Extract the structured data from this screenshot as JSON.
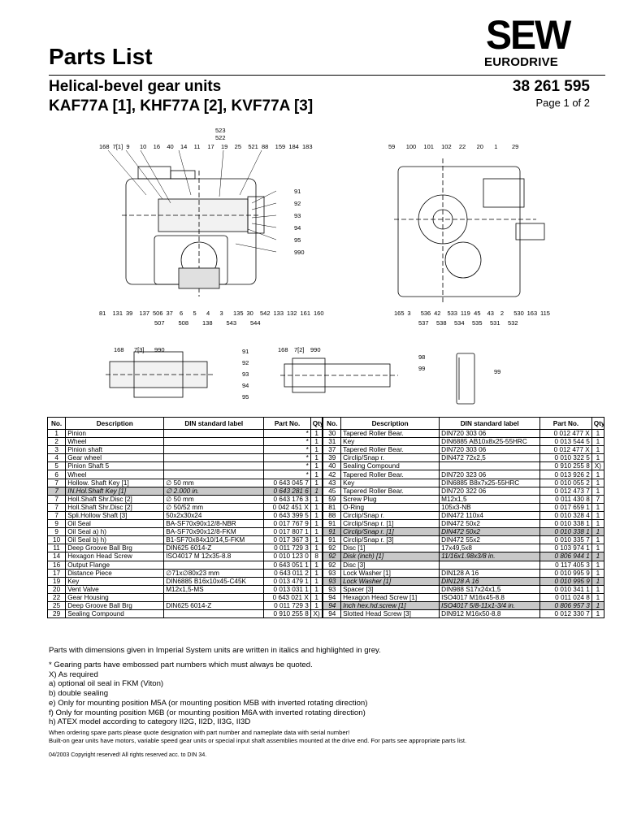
{
  "header": {
    "title": "Parts List",
    "subtitle_line1": "Helical-bevel gear units",
    "subtitle_line2": "KAF77A [1], KHF77A [2], KVF77A [3]",
    "part_number": "38 261 595",
    "page": "Page  1 of  2",
    "logo_top": "SEW",
    "logo_bottom": "EURODRIVE"
  },
  "drawing": {
    "top_left_numbers": [
      "168",
      "7[1]",
      "9",
      "10",
      "16",
      "40",
      "14",
      "11",
      "17",
      "19",
      "25",
      "521",
      "88",
      "159",
      "184",
      "183"
    ],
    "top_left_stack": [
      "523",
      "522"
    ],
    "right_side_callouts": [
      "91",
      "92",
      "93",
      "94",
      "95",
      "990"
    ],
    "bottom_left_numbers": [
      "81",
      "131",
      "39",
      "137",
      "506",
      "37",
      "6",
      "5",
      "4",
      "3",
      "135",
      "30",
      "542",
      "133",
      "132",
      "161",
      "160"
    ],
    "bottom_left_sub": [
      "507",
      "508",
      "138",
      "543",
      "544"
    ],
    "top_right_numbers": [
      "59",
      "100",
      "101",
      "102",
      "22",
      "20",
      "1",
      "29"
    ],
    "bottom_right_numbers": [
      "165",
      "3",
      "536",
      "42",
      "533",
      "119",
      "45",
      "43",
      "2",
      "530",
      "163",
      "115"
    ],
    "bottom_right_sub": [
      "537",
      "538",
      "534",
      "535",
      "531",
      "532"
    ],
    "lower_left_labels": [
      "168",
      "7[3]",
      "990"
    ],
    "lower_left_callouts": [
      "91",
      "92",
      "93",
      "94",
      "95"
    ],
    "lower_mid_labels": [
      "168",
      "7[2]",
      "990"
    ],
    "lower_mid_callouts": [
      "98",
      "99"
    ],
    "lower_right_callout": "99"
  },
  "table": {
    "headers": [
      "No.",
      "Description",
      "DIN standard label",
      "Part No.",
      "Qty",
      "No.",
      "Description",
      "DIN standard label",
      "Part No.",
      "Qty"
    ],
    "rows": [
      {
        "l": [
          "1",
          "Pinion",
          "",
          "*",
          "1"
        ],
        "r": [
          "30",
          "Tapered Roller Bear.",
          "DIN720  303 06",
          "0 012 477 X",
          "1"
        ],
        "lh": false,
        "rh": false
      },
      {
        "l": [
          "2",
          "Wheel",
          "",
          "*",
          "1"
        ],
        "r": [
          "31",
          "Key",
          "DIN6885  AB10x8x25-55HRC",
          "0 013 544 5",
          "1"
        ],
        "lh": false,
        "rh": false
      },
      {
        "l": [
          "3",
          "Pinion shaft",
          "",
          "*",
          "1"
        ],
        "r": [
          "37",
          "Tapered Roller Bear.",
          "DIN720  303 06",
          "0 012 477 X",
          "1"
        ],
        "lh": false,
        "rh": false
      },
      {
        "l": [
          "4",
          "Gear wheel",
          "",
          "*",
          "1"
        ],
        "r": [
          "39",
          "Circlip/Snap r.",
          "DIN472  72x2,5",
          "0 010 322 5",
          "1"
        ],
        "lh": false,
        "rh": false
      },
      {
        "l": [
          "5",
          "Pinion Shaft 5",
          "",
          "*",
          "1"
        ],
        "r": [
          "40",
          "Sealing Compound",
          "",
          "0 910 255 8",
          "X)"
        ],
        "lh": false,
        "rh": false
      },
      {
        "l": [
          "6",
          "Wheel",
          "",
          "*",
          "1"
        ],
        "r": [
          "42",
          "Tapered Roller Bear.",
          "DIN720  323 06",
          "0 013 926 2",
          "1"
        ],
        "lh": false,
        "rh": false
      },
      {
        "l": [
          "7",
          "Hollow. Shaft Key [1]",
          "∅ 50 mm",
          "0 643 045 7",
          "1"
        ],
        "r": [
          "43",
          "Key",
          "DIN6885  B8x7x25-55HRC",
          "0 010 055 2",
          "1"
        ],
        "lh": false,
        "rh": false
      },
      {
        "l": [
          "7",
          "IN.Hol.Shaft Key [1]",
          "∅ 2.000 in.",
          "0 643 281 6",
          "1"
        ],
        "r": [
          "45",
          "Tapered Roller Bear.",
          "DIN720  322 06",
          "0 012 473 7",
          "1"
        ],
        "lh": true,
        "rh": false
      },
      {
        "l": [
          "7",
          "Holl.Shaft Shr.Disc [2]",
          "∅ 50 mm",
          "0 643 176 3",
          "1"
        ],
        "r": [
          "59",
          "Screw Plug",
          "M12x1,5",
          "0 011 430 8",
          "7"
        ],
        "lh": false,
        "rh": false
      },
      {
        "l": [
          "7",
          "Holl.Shaft Shr.Disc [2]",
          "∅ 50/52 mm",
          "0 042 451 X",
          "1"
        ],
        "r": [
          "81",
          "O-Ring",
          "105x3-NB",
          "0 017 659 1",
          "1"
        ],
        "lh": false,
        "rh": false
      },
      {
        "l": [
          "7",
          "Spli.Hollow Shaft [3]",
          "50x2x30x24",
          "0 643 399 5",
          "1"
        ],
        "r": [
          "88",
          "Circlip/Snap r.",
          "DIN472  110x4",
          "0 010 328 4",
          "1"
        ],
        "lh": false,
        "rh": false
      },
      {
        "l": [
          "9",
          "Oil Seal",
          "BA-SF70x90x12/8-NBR",
          "0 017 767 9",
          "1"
        ],
        "r": [
          "91",
          "Circlip/Snap r. [1]",
          "DIN472  50x2",
          "0 010 338 1",
          "1"
        ],
        "lh": false,
        "rh": false
      },
      {
        "l": [
          "9",
          "Oil Seal  a)  h)",
          "BA-SF70x90x12/8-FKM",
          "0 017 807 1",
          "1"
        ],
        "r": [
          "91",
          "Circlip/Snap r. [1]",
          "DIN472  50x2",
          "0 010 338 1",
          "1"
        ],
        "lh": false,
        "rh": true
      },
      {
        "l": [
          "10",
          "Oil Seal  b)  h)",
          "B1-SF70x84x10/14,5-FKM",
          "0 017 367 3",
          "1"
        ],
        "r": [
          "91",
          "Circlip/Snap r. [3]",
          "DIN472  55x2",
          "0 010 335 7",
          "1"
        ],
        "lh": false,
        "rh": false
      },
      {
        "l": [
          "11",
          "Deep Groove Ball Brg",
          "DIN625  6014-Z",
          "0 011 729 3",
          "1"
        ],
        "r": [
          "92",
          "Disc [1]",
          "17x49,5x8",
          "0 103 974 1",
          "1"
        ],
        "lh": false,
        "rh": false
      },
      {
        "l": [
          "14",
          "Hexagon Head Screw",
          "ISO4017  M 12x35-8.8",
          "0 010 123 0",
          "8"
        ],
        "r": [
          "92",
          "Disk (inch) [1]",
          "11/16x1.98x3/8 in.",
          "0 806 944 1",
          "1"
        ],
        "lh": false,
        "rh": true
      },
      {
        "l": [
          "16",
          "Output Flange",
          "",
          "0 643 051 1",
          "1"
        ],
        "r": [
          "92",
          "Disc [3]",
          "",
          "0 117 405 3",
          "1"
        ],
        "lh": false,
        "rh": false
      },
      {
        "l": [
          "17",
          "Distance Piece",
          "∅71x∅80x23 mm",
          "0 643 011 2",
          "1"
        ],
        "r": [
          "93",
          "Lock Washer [1]",
          "DIN128  A 16",
          "0 010 995 9",
          "1"
        ],
        "lh": false,
        "rh": false
      },
      {
        "l": [
          "19",
          "Key",
          "DIN6885  B16x10x45-C45K",
          "0 013 479 1",
          "1"
        ],
        "r": [
          "93",
          "Lock Washer [1]",
          "DIN128  A 16",
          "0 010 995 9",
          "1"
        ],
        "lh": false,
        "rh": true
      },
      {
        "l": [
          "20",
          "Vent Valve",
          "M12x1,5-MS",
          "0 013 031 1",
          "1"
        ],
        "r": [
          "93",
          "Spacer [3]",
          "DIN988  S17x24x1,5",
          "0 010 341 1",
          "1"
        ],
        "lh": false,
        "rh": false
      },
      {
        "l": [
          "22",
          "Gear Housing",
          "",
          "0 643 021 X",
          "1"
        ],
        "r": [
          "94",
          "Hexagon Head Screw [1]",
          "ISO4017  M16x45-8.8",
          "0 011 024 8",
          "1"
        ],
        "lh": false,
        "rh": false
      },
      {
        "l": [
          "25",
          "Deep Groove Ball Brg",
          "DIN625  6014-Z",
          "0 011 729 3",
          "1"
        ],
        "r": [
          "94",
          "Inch hex.hd.screw [1]",
          "ISO4017  5/8-11x1-3/4 in.",
          "0 806 957 3",
          "1"
        ],
        "lh": false,
        "rh": true
      },
      {
        "l": [
          "29",
          "Sealing Compound",
          "",
          "0 910 255 8",
          "X)"
        ],
        "r": [
          "94",
          "Slotted Head Screw [3]",
          "DIN912  M16x50-8.8",
          "0 012 330 7",
          "1"
        ],
        "lh": false,
        "rh": false
      }
    ]
  },
  "notes": {
    "imperial": "Parts with dimensions given in Imperial System units are written in italics and highlighted in grey.",
    "footnotes": [
      "* Gearing parts have embossed part numbers which must always be quoted.",
      "X) As required",
      "a) optional oil seal in FKM (Viton)",
      "b) double sealing",
      "e) Only for mounting position M5A (or mounting position M5B with inverted rotating direction)",
      "f) Only for mounting position M6B (or mounting position M6A with inverted rotating direction)",
      "h) ATEX model according to category II2G, II2D, II3G, II3D"
    ],
    "order_line1": "When ordering spare parts please quote designation with part number and nameplate data with serial number!",
    "order_line2": "Built-on gear units have motors, variable speed gear units or special input shaft assemblies mounted at the drive end. For parts see appropriate parts list.",
    "copyright": "04/2003 Copyright reserved! All rights reserved acc. to DIN 34."
  }
}
